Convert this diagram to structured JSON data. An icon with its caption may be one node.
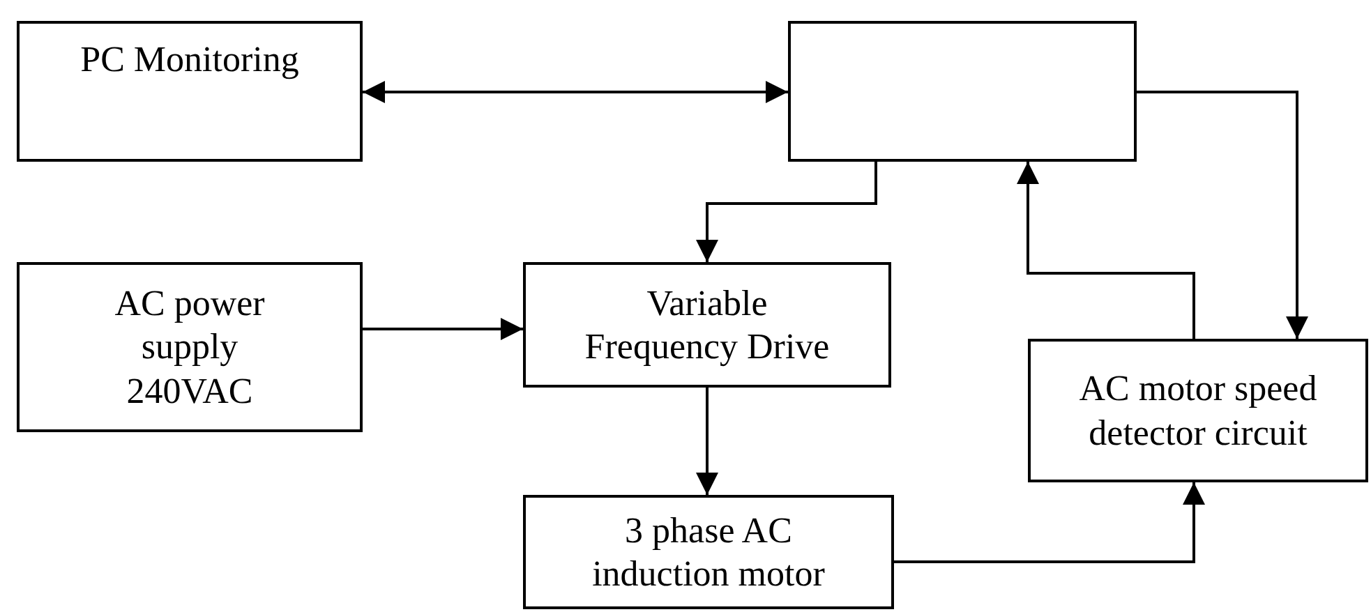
{
  "diagram": {
    "nodes": [
      {
        "text": [
          "PC Monitoring"
        ]
      },
      {
        "text": [],
        "shape": "box"
      },
      {
        "text": [
          "AC power supply 240VAC"
        ]
      },
      {
        "text": [
          "Variable Frequency Drive"
        ]
      },
      {
        "text": [
          "AC motor speed detector circuit"
        ]
      },
      {
        "text": [
          "3 phase AC induction motor"
        ]
      }
    ],
    "edges": [
      {
        "from": 0,
        "to": 1,
        "arrow": "both"
      },
      {
        "from": 1,
        "to": 3,
        "arrow": "to"
      },
      {
        "from": 2,
        "to": 3,
        "arrow": "to"
      },
      {
        "from": 3,
        "to": 5,
        "arrow": "to"
      },
      {
        "from": 5,
        "to": 4,
        "arrow": "to"
      },
      {
        "from": 4,
        "to": 1,
        "arrow": "to"
      },
      {
        "from": 1,
        "to": 4,
        "arrow": "to"
      }
    ]
  }
}
